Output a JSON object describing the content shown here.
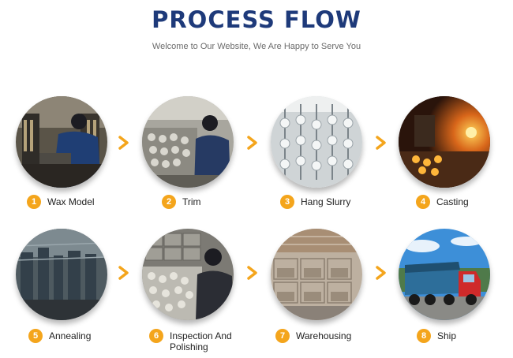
{
  "header": {
    "title": "PROCESS FLOW",
    "subtitle": "Welcome to Our Website, We Are Happy to Serve You"
  },
  "colors": {
    "title": "#1e3a7a",
    "accent": "#f4a51c",
    "text": "#222222",
    "subtitle": "#6b6b6b"
  },
  "steps": [
    {
      "number": "1",
      "label": "Wax Model",
      "icon": "wax-model-photo"
    },
    {
      "number": "2",
      "label": "Trim",
      "icon": "trim-photo"
    },
    {
      "number": "3",
      "label": "Hang Slurry",
      "icon": "hang-slurry-photo"
    },
    {
      "number": "4",
      "label": "Casting",
      "icon": "casting-photo"
    },
    {
      "number": "5",
      "label": "Annealing",
      "icon": "annealing-photo"
    },
    {
      "number": "6",
      "label": "Inspection And Polishing",
      "icon": "inspection-photo"
    },
    {
      "number": "7",
      "label": "Warehousing",
      "icon": "warehousing-photo"
    },
    {
      "number": "8",
      "label": "Ship",
      "icon": "ship-truck-photo"
    }
  ]
}
